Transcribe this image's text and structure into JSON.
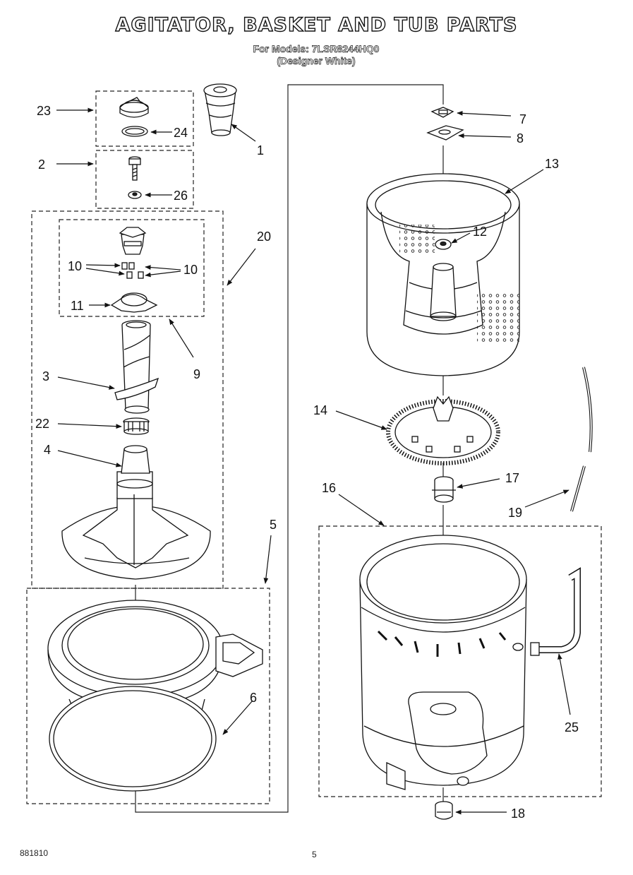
{
  "header": {
    "title": "AGITATOR, BASKET AND TUB PARTS",
    "models_line": "For Models: 7LSR8244HQ0",
    "variant_line": "(Designer White)"
  },
  "footer": {
    "code": "881810",
    "page_number": "5"
  },
  "callouts": [
    {
      "id": "1",
      "label": "1"
    },
    {
      "id": "2",
      "label": "2"
    },
    {
      "id": "3",
      "label": "3"
    },
    {
      "id": "4",
      "label": "4"
    },
    {
      "id": "5",
      "label": "5"
    },
    {
      "id": "6",
      "label": "6"
    },
    {
      "id": "7",
      "label": "7"
    },
    {
      "id": "8",
      "label": "8"
    },
    {
      "id": "9",
      "label": "9"
    },
    {
      "id": "10a",
      "label": "10"
    },
    {
      "id": "10b",
      "label": "10"
    },
    {
      "id": "11",
      "label": "11"
    },
    {
      "id": "12",
      "label": "12"
    },
    {
      "id": "13",
      "label": "13"
    },
    {
      "id": "14",
      "label": "14"
    },
    {
      "id": "16",
      "label": "16"
    },
    {
      "id": "17",
      "label": "17"
    },
    {
      "id": "18",
      "label": "18"
    },
    {
      "id": "19",
      "label": "19"
    },
    {
      "id": "20",
      "label": "20"
    },
    {
      "id": "22",
      "label": "22"
    },
    {
      "id": "23",
      "label": "23"
    },
    {
      "id": "24",
      "label": "24"
    },
    {
      "id": "25",
      "label": "25"
    },
    {
      "id": "26",
      "label": "26"
    }
  ]
}
